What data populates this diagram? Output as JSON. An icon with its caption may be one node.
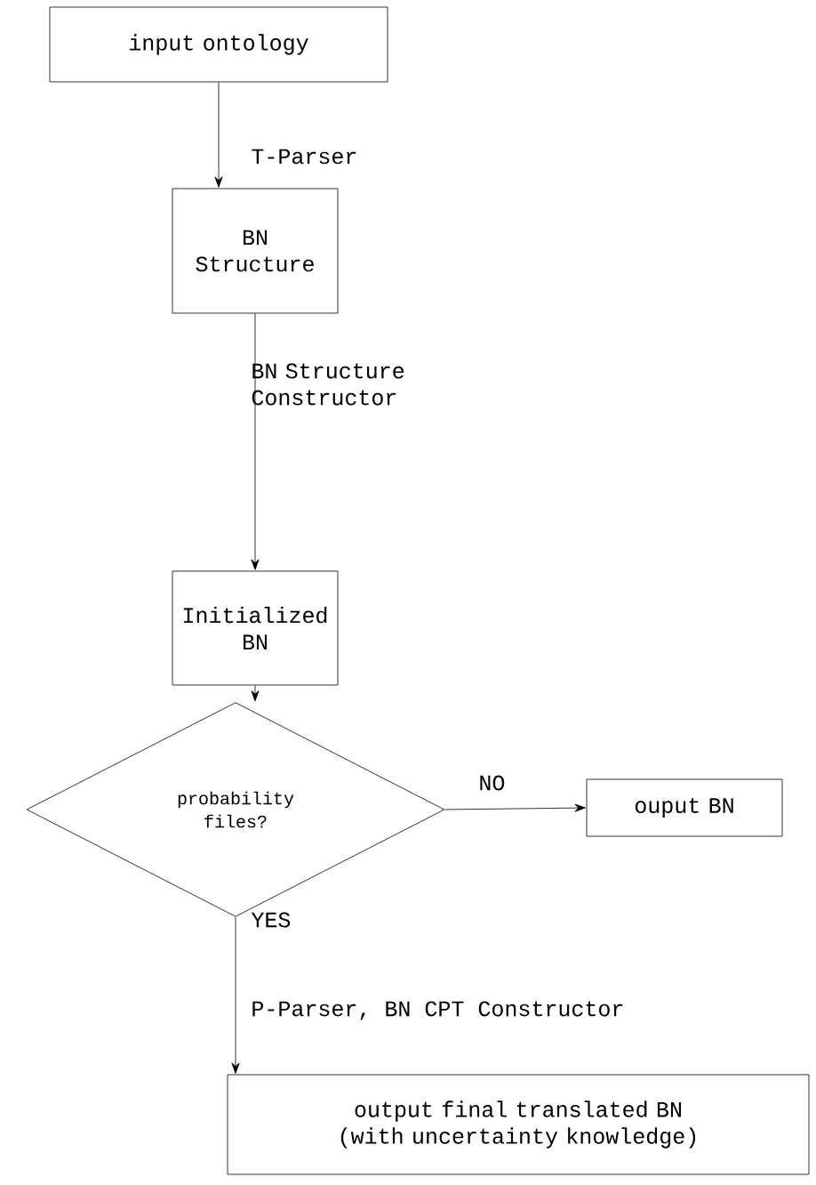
{
  "diagram": {
    "nodes": [
      {
        "text": [
          "input ontology"
        ]
      },
      {
        "text": [
          "BN Structure"
        ]
      },
      {
        "text": [
          "Initialized BN"
        ]
      },
      {
        "text": [
          "probability files?"
        ]
      },
      {
        "text": [
          "ouput BN"
        ]
      },
      {
        "text": [
          "output final translated BN (with uncertainty knowledge)"
        ]
      }
    ],
    "edges": [
      {
        "from": 0,
        "to": 1,
        "arrow": "to",
        "label": "T-Parser"
      },
      {
        "from": 1,
        "to": 2,
        "arrow": "to",
        "label": "BN Structure Constructor"
      },
      {
        "from": 2,
        "to": 3,
        "arrow": "to"
      },
      {
        "from": 3,
        "to": 4,
        "arrow": "to",
        "label": "NO"
      },
      {
        "from": 3,
        "to": 5,
        "arrow": "to",
        "label": "YES"
      }
    ],
    "labels": [
      "P-Parser, BN CPT Constructor"
    ]
  }
}
